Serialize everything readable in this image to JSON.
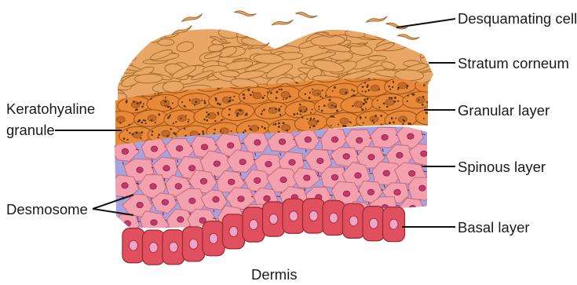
{
  "labels": {
    "desquamating_cell": "Desquamating cell",
    "stratum_corneum": "Stratum corneum",
    "granular_layer": "Granular layer",
    "spinous_layer": "Spinous layer",
    "basal_layer": "Basal layer",
    "keratohyaline_line1": "Keratohyaline",
    "keratohyaline_line2": "granule",
    "desmosome": "Desmosome",
    "dermis": "Dermis"
  },
  "colors": {
    "corneum_fill": "#e8a766",
    "corneum_stroke": "#a86a30",
    "granular_fill": "#e8893a",
    "granular_stroke": "#9c5418",
    "granule_dot": "#5a2e0e",
    "spinous_fill": "#f3a1ae",
    "spinous_stroke": "#c86a7a",
    "spinous_nucleus": "#c23a6a",
    "membrane": "#a7a3e0",
    "basal_fill": "#e0505e",
    "basal_stroke": "#9e2b35",
    "basal_nucleus": "#f0a4c6"
  }
}
